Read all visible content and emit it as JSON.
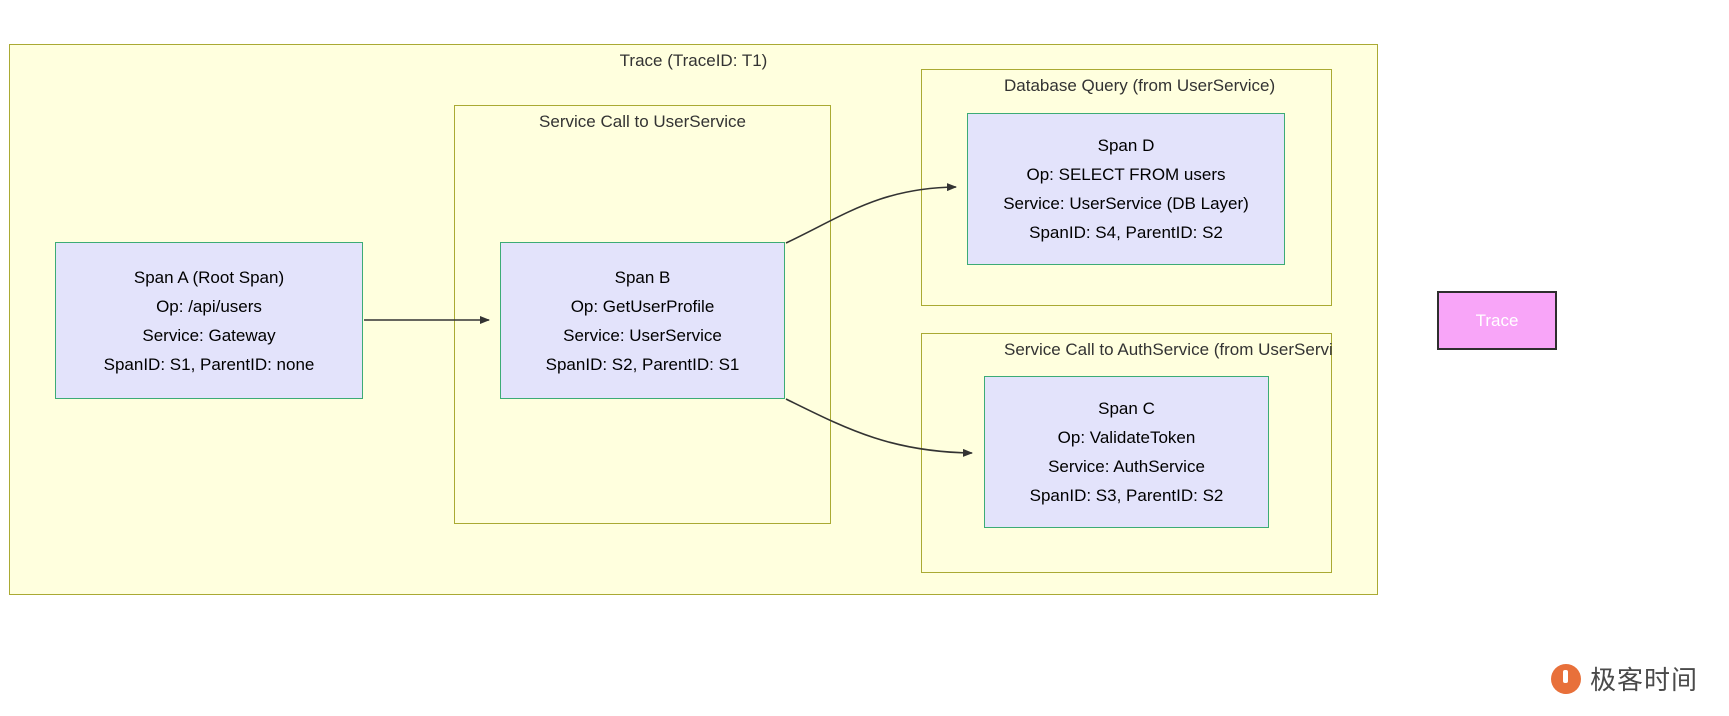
{
  "diagram": {
    "type": "distributed-trace",
    "clusters": [
      {
        "id": "trace",
        "label": "Trace (TraceID: T1)"
      },
      {
        "id": "userservice",
        "label": "Service Call to UserService"
      },
      {
        "id": "dbquery",
        "label": "Database Query (from UserService)",
        "label_clipped": "Database Query (from UserS"
      },
      {
        "id": "authservice",
        "label": "Service Call to AuthService (from UserService)",
        "label_clipped": "Service Call to AuthService ("
      }
    ],
    "spans": [
      {
        "id": "span-a",
        "title": "Span A (Root Span)",
        "op": "Op: /api/users",
        "service": "Service: Gateway",
        "ids": "SpanID: S1, ParentID: none"
      },
      {
        "id": "span-b",
        "title": "Span B",
        "op": "Op: GetUserProfile",
        "service": "Service: UserService",
        "ids": "SpanID: S2, ParentID: S1"
      },
      {
        "id": "span-d",
        "title": "Span D",
        "op": "Op: SELECT FROM users",
        "service": "Service: UserService (DB Layer)",
        "service_clipped": "Service: UserService (DB Lay",
        "ids": "SpanID: S4, ParentID: S2"
      },
      {
        "id": "span-c",
        "title": "Span C",
        "op": "Op: ValidateToken",
        "service": "Service: AuthService",
        "ids": "SpanID: S3, ParentID: S2"
      }
    ],
    "edges": [
      {
        "from": "span-a",
        "to": "span-b",
        "label": ""
      },
      {
        "from": "span-b",
        "to": "span-d",
        "label": ""
      },
      {
        "from": "span-b",
        "to": "span-c",
        "label": ""
      }
    ],
    "legend": {
      "trace_key": "Trace"
    }
  },
  "colors": {
    "cluster_fill": "#ffffde",
    "cluster_border": "#aaaa33",
    "span_fill": "#e3e3fb",
    "span_border": "#3cab76",
    "legend_fill": "#f8a5f8",
    "legend_border": "#2e2e2e",
    "legend_text": "#ffffff",
    "edge": "#333333",
    "watermark_logo": "#e8703a",
    "watermark_text": "#4a4a4a"
  },
  "watermark": {
    "text": "极客时间"
  }
}
